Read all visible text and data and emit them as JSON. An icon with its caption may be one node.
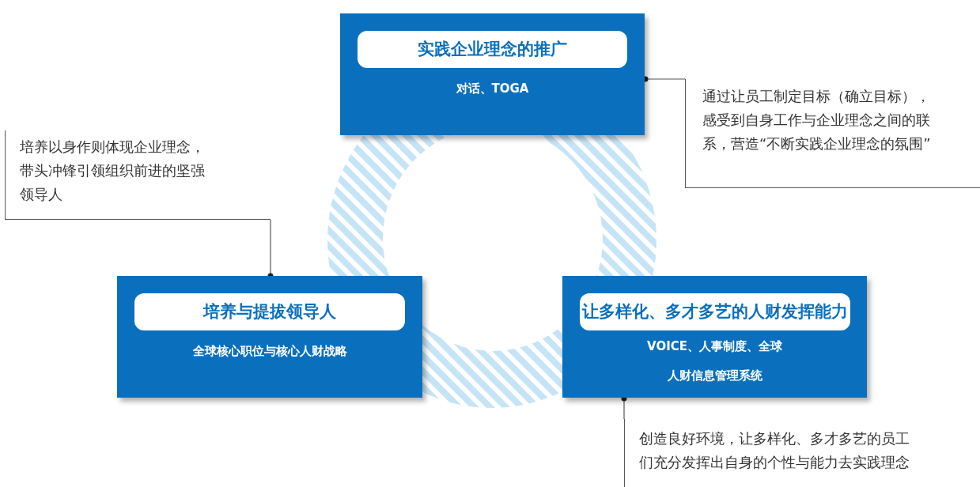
{
  "diagram": {
    "nodes": [
      {
        "text": [
          "实践企业理念的推广",
          "对话、TOGA"
        ]
      },
      {
        "text": [
          "通过让员工制定目标（确立目标），感受到自身工作与企业理念之间的联系，营造“不断实践企业理念的氛围”"
        ]
      },
      {
        "text": [
          "培养以身作则体现企业理念，带头冲锋引领组织前进的坚强领导人"
        ]
      },
      {
        "text": [
          "培养与提拔领导人",
          "全球核心职位与核心人财战略"
        ]
      },
      {
        "text": [
          "让多样化、多才多艺的人财发挥能力",
          "VOICE、人事制度、全球人财信息管理系统"
        ]
      },
      {
        "text": [
          "创造良好环境，让多样化、多才多艺的员工们充分发挥出自身的个性与能力去实践理念"
        ]
      }
    ],
    "edges": [
      {
        "from": 1,
        "to": 0,
        "arrow": "other"
      },
      {
        "from": 2,
        "to": 3,
        "arrow": "other"
      },
      {
        "from": 5,
        "to": 4,
        "arrow": "other"
      }
    ]
  }
}
